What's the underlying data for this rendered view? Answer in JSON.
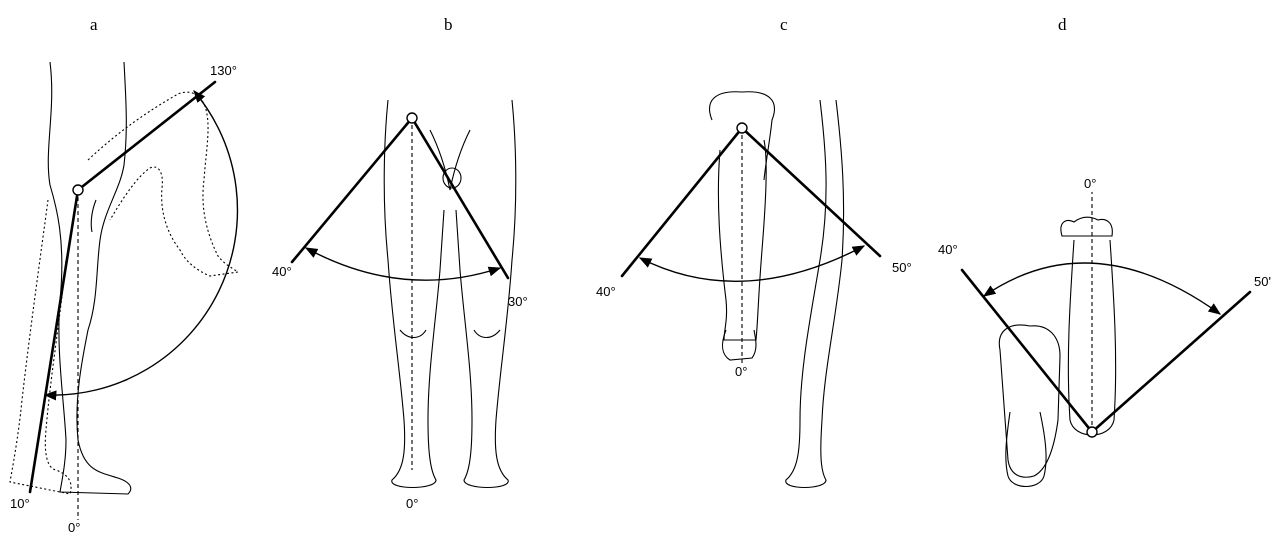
{
  "panels": [
    {
      "id": "a",
      "label": "a",
      "angles": [
        "130°",
        "10°",
        "0°"
      ]
    },
    {
      "id": "b",
      "label": "b",
      "angles": [
        "40°",
        "30°",
        "0°"
      ]
    },
    {
      "id": "c",
      "label": "c",
      "angles": [
        "40°",
        "50°",
        "0°"
      ]
    },
    {
      "id": "d",
      "label": "d",
      "angles": [
        "0°",
        "40°",
        "50'"
      ]
    }
  ]
}
